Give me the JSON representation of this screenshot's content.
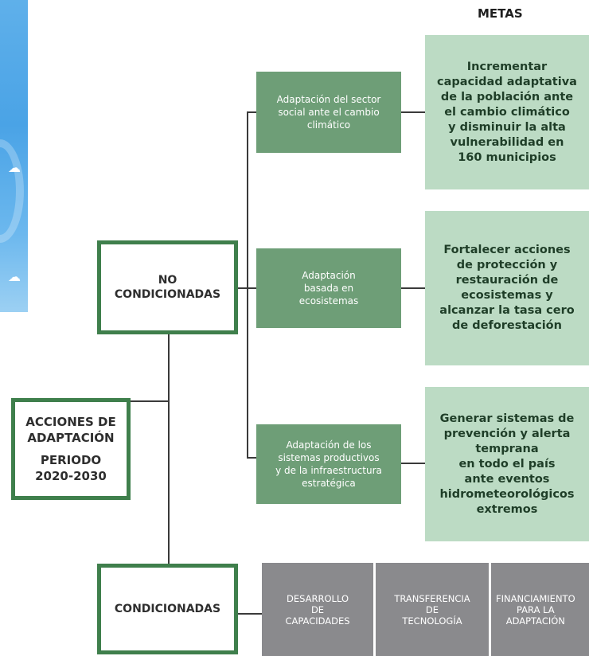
{
  "metas_title": "METAS",
  "root": {
    "line1": "ACCIONES DE",
    "line2": "ADAPTACIÓN",
    "line3": "PERIODO",
    "line4": "2020-2030"
  },
  "no_condicionadas": {
    "line1": "NO",
    "line2": "CONDICIONADAS"
  },
  "condicionadas": {
    "label": "CONDICIONADAS"
  },
  "actions": [
    {
      "label": "Adaptación del sector\nsocial ante el cambio\nclimático"
    },
    {
      "label": "Adaptación\nbasada en\necosistemas"
    },
    {
      "label": "Adaptación de los\nsistemas productivos\ny de la infraestructura\nestratégica"
    }
  ],
  "goals": [
    {
      "label": "Incrementar\ncapacidad adaptativa\nde la población ante\nel cambio climático\ny disminuir la alta\nvulnerabilidad en\n160 municipios"
    },
    {
      "label": "Fortalecer acciones\nde protección y\nrestauración de\necosistemas y\nalcanzar la tasa cero\nde deforestación"
    },
    {
      "label": "Generar sistemas de\nprevención y alerta\ntemprana\nen todo el país\nante eventos\nhidrometeorológicos\nextremos"
    }
  ],
  "conditions": [
    {
      "label": "DESARROLLO\nDE\nCAPACIDADES"
    },
    {
      "label": "TRANSFERENCIA\nDE\nTECNOLOGÍA"
    },
    {
      "label": "FINANCIAMIENTO\nPARA LA\nADAPTACIÓN"
    }
  ],
  "colors": {
    "frame_green": "#3f7f4c",
    "action_green": "#6e9e77",
    "goal_green": "#bcdbc4",
    "gray": "#8a8a8d",
    "sky_blue": "#5fb0ea"
  }
}
